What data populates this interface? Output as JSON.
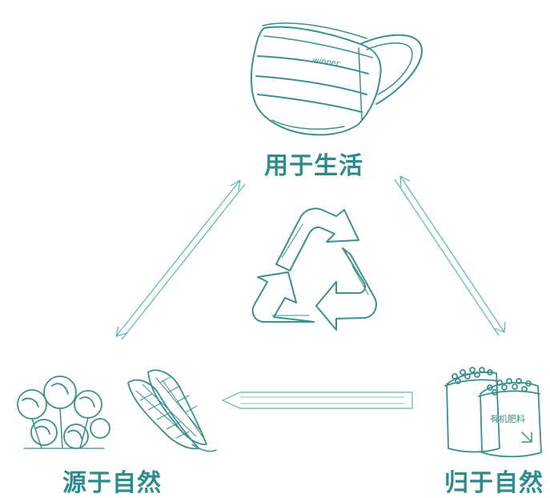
{
  "labels": {
    "top": "用于生活",
    "left": "源于自然",
    "right": "归于自然"
  },
  "mask": {
    "brand_text": "winner"
  },
  "fertilizer": {
    "bag_text": "有机肥料"
  },
  "colors": {
    "teal": "#2e8b8b",
    "arrow_stroke": "#5db3b3",
    "ink": "#3c8f8f",
    "background": "#ffffff"
  },
  "icons": {
    "top": "face-mask-icon",
    "center": "recycle-icon",
    "left": [
      "cotton-icon",
      "corn-icon"
    ],
    "right": "fertilizer-bags-icon"
  }
}
